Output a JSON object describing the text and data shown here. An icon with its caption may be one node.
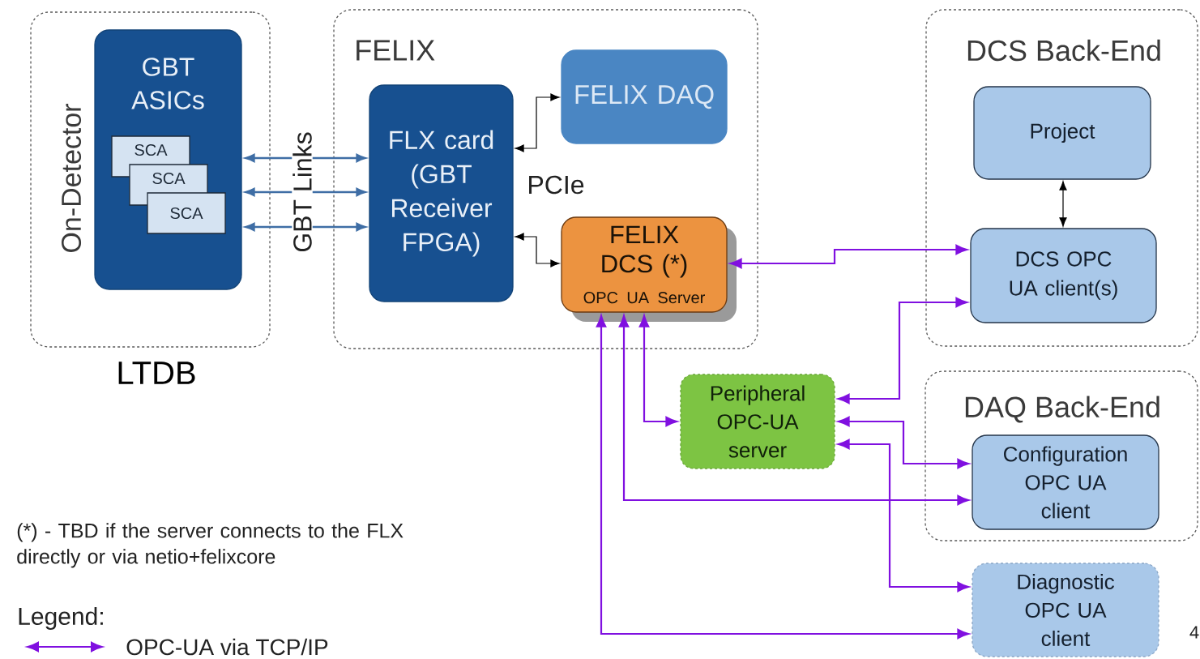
{
  "diagram": {
    "nodes": [
      {
        "text": [
          "On-Detector"
        ],
        "beside": [
          "LTDB"
        ]
      },
      {
        "text": [
          "GBT ASICs"
        ],
        "in": 0
      },
      {
        "text": [
          "SCA"
        ],
        "in": 1
      },
      {
        "text": [
          "SCA"
        ],
        "in": 1
      },
      {
        "text": [
          "SCA"
        ],
        "in": 1
      },
      {
        "text": [
          "FELIX"
        ]
      },
      {
        "text": [
          "FLX card (GBT Receiver FPGA)"
        ],
        "in": 5
      },
      {
        "text": [
          "FELIX DAQ"
        ],
        "in": 5
      },
      {
        "text": [
          "FELIX DCS (*)",
          "OPC UA Server"
        ],
        "in": 5
      },
      {
        "text": [
          "DCS Back-End"
        ]
      },
      {
        "text": [
          "Project"
        ],
        "in": 9
      },
      {
        "text": [
          "DCS OPC UA client(s)"
        ],
        "in": 9
      },
      {
        "text": [
          "Peripheral OPC-UA server"
        ]
      },
      {
        "text": [
          "DAQ Back-End"
        ]
      },
      {
        "text": [
          "Configuration OPC UA client"
        ],
        "in": 13
      },
      {
        "text": [
          "Diagnostic OPC UA client"
        ]
      }
    ],
    "edges": [
      {
        "from": 1,
        "to": 6,
        "arrow": "both",
        "color": "#3f6ea5"
      },
      {
        "from": 1,
        "to": 6,
        "arrow": "both",
        "color": "#3f6ea5"
      },
      {
        "from": 1,
        "to": 6,
        "arrow": "both",
        "color": "#3f6ea5"
      },
      {
        "from": 6,
        "to": 7,
        "arrow": "both",
        "color": "#000000"
      },
      {
        "from": 6,
        "to": 8,
        "arrow": "both",
        "color": "#000000"
      },
      {
        "from": 10,
        "to": 11,
        "arrow": "both",
        "color": "#000000"
      },
      {
        "from": 8,
        "to": 11,
        "arrow": "both"
      },
      {
        "from": 12,
        "to": 11,
        "arrow": "both"
      },
      {
        "from": 12,
        "to": 14,
        "arrow": "both"
      },
      {
        "from": 12,
        "to": 15,
        "arrow": "both"
      },
      {
        "from": 8,
        "to": 12,
        "arrow": "both"
      },
      {
        "from": 8,
        "to": 14,
        "arrow": "both"
      },
      {
        "from": 8,
        "to": 15,
        "arrow": "both"
      }
    ],
    "labels": [
      "GBT Links",
      "PCIe",
      "(*) - TBD if the server connects to the FLX directly or via netio+felixcore",
      "Legend:",
      "4"
    ],
    "legend": [
      {
        "text": "OPC-UA via TCP/IP"
      }
    ]
  }
}
